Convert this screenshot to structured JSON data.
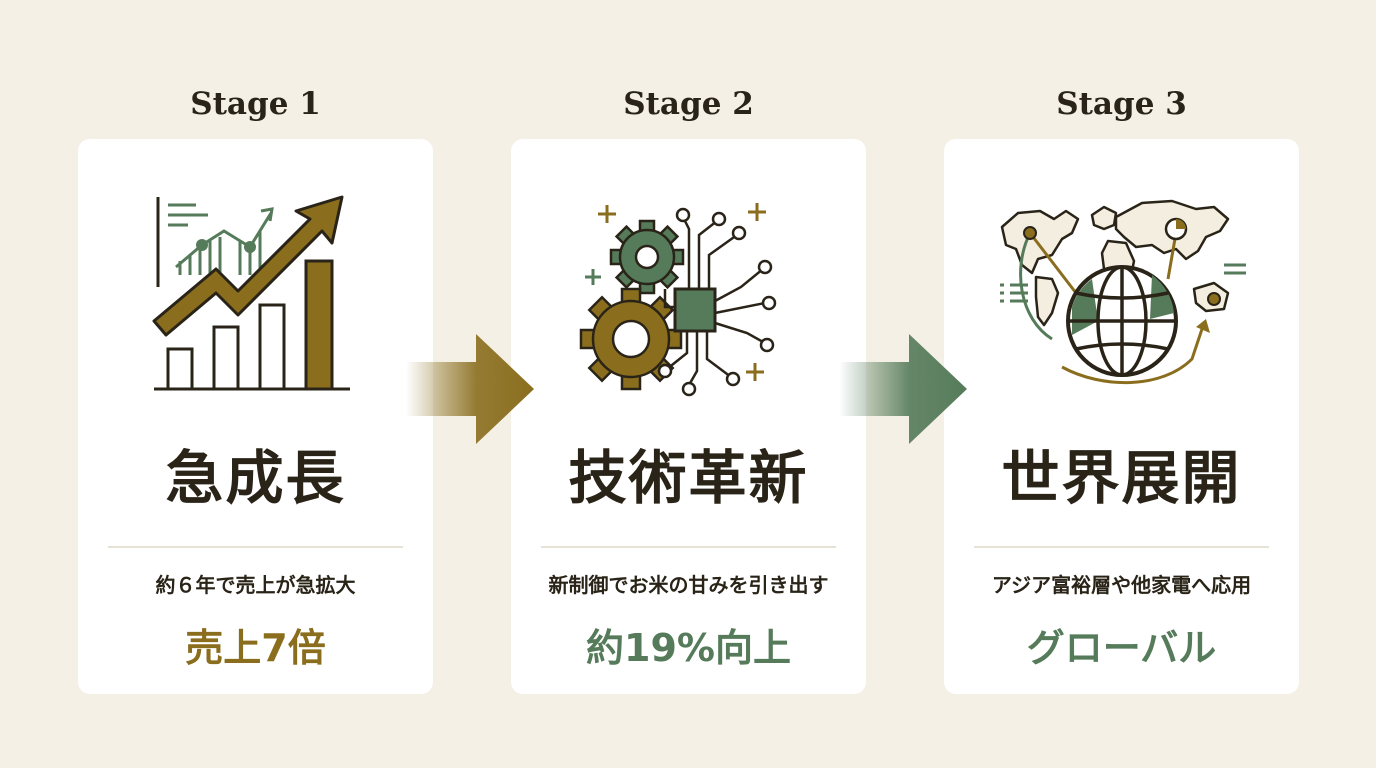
{
  "colors": {
    "background": "#f4f0e6",
    "gold": "#8a6e1e",
    "green": "#557b5a",
    "dark": "#2a2418"
  },
  "stages": [
    {
      "label": "Stage 1",
      "icon": "growth-chart-icon",
      "title": "急成長",
      "description": "約６年で売上が急拡大",
      "metric": "売上7倍",
      "metric_color": "#8a6e1e"
    },
    {
      "label": "Stage 2",
      "icon": "gear-circuit-icon",
      "title": "技術革新",
      "description": "新制御でお米の甘みを引き出す",
      "metric": "約19%向上",
      "metric_color": "#557b5a"
    },
    {
      "label": "Stage 3",
      "icon": "globe-world-map-icon",
      "title": "世界展開",
      "description": "アジア富裕層や他家電へ応用",
      "metric": "グローバル",
      "metric_color": "#557b5a"
    }
  ]
}
